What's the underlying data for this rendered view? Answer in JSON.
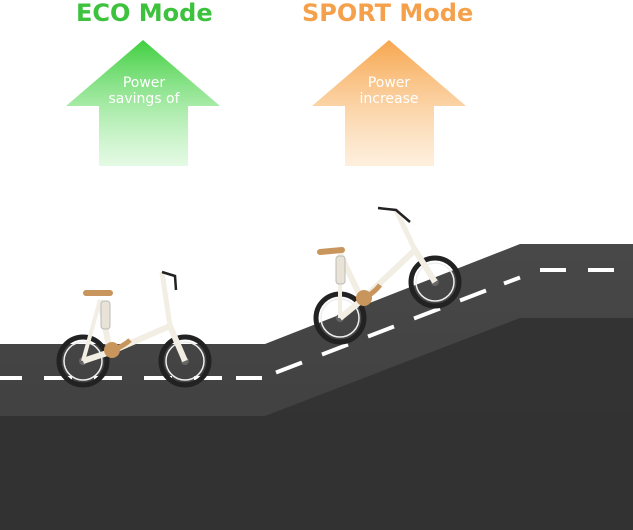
{
  "eco": {
    "title": "ECO Mode",
    "arrow_text_line1": "Power",
    "arrow_text_line2": "savings of",
    "color": "#3dc23d"
  },
  "sport": {
    "title": "SPORT Mode",
    "arrow_text_line1": "Power",
    "arrow_text_line2": "increase",
    "color": "#f5a04a"
  },
  "road": {
    "surface_color": "#4a4a4a",
    "lane_color": "#ffffff"
  },
  "bikes": [
    {
      "frame_color": "#f2eee4",
      "accent_color": "#c8955d"
    },
    {
      "frame_color": "#f2eee4",
      "accent_color": "#c8955d"
    }
  ]
}
